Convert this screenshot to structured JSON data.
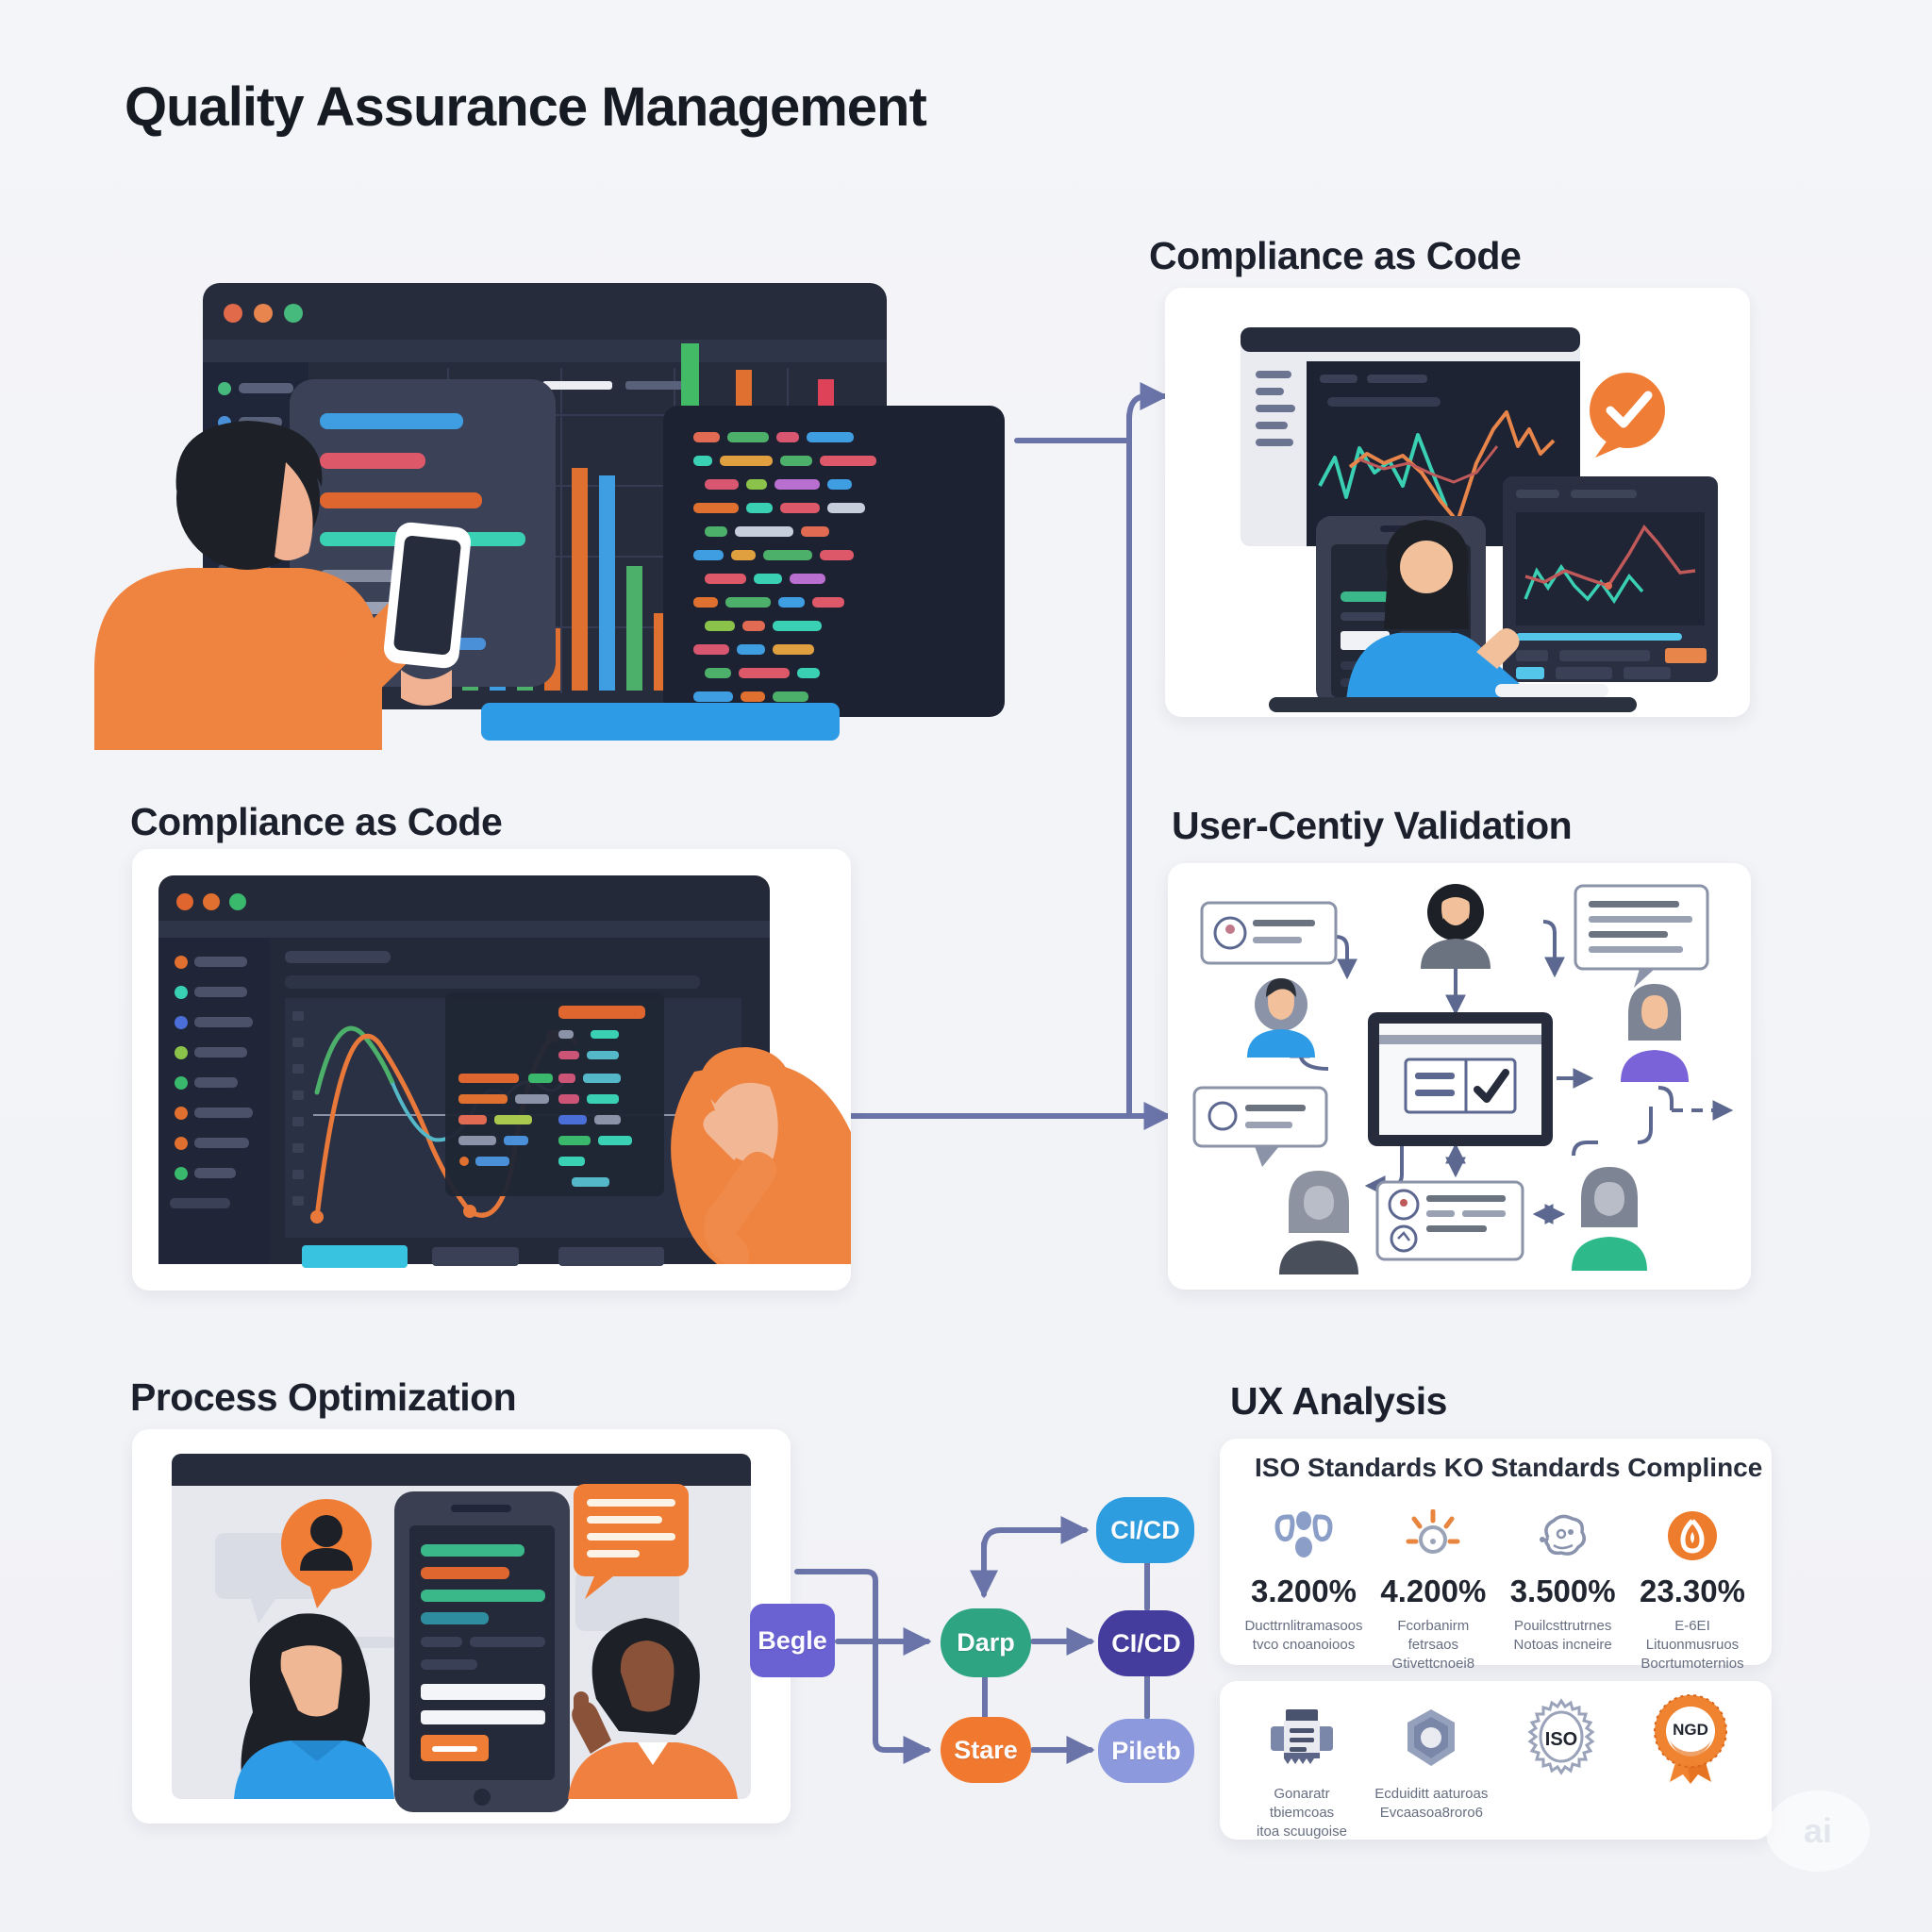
{
  "title": "Quality Assurance Management",
  "sections": {
    "top_right": {
      "heading": "Compliance as Code"
    },
    "mid_left": {
      "heading": "Compliance as Code"
    },
    "mid_right": {
      "heading": "User-Centiy Validation"
    },
    "bottom_left": {
      "heading": "Process Optimization"
    },
    "ux": {
      "heading": "UX Analysis"
    }
  },
  "flowchart": {
    "nodes": [
      {
        "id": "begle",
        "label": "Begle",
        "color": "#6A61D2"
      },
      {
        "id": "darp",
        "label": "Darp",
        "color": "#2EA483"
      },
      {
        "id": "stare",
        "label": "Stare",
        "color": "#F0782F"
      },
      {
        "id": "cicd_top",
        "label": "CI/CD",
        "color": "#2D9DE0"
      },
      {
        "id": "cicd_mid",
        "label": "CI/CD",
        "color": "#453D9E"
      },
      {
        "id": "piletb",
        "label": "Piletb",
        "color": "#8D99DD"
      }
    ]
  },
  "ux_stats": {
    "card_title": "ISO Standards KO Standards Complince",
    "stats": [
      {
        "icon": "shapes-icon",
        "value": "3.200%",
        "line1": "Ducttrnlitramasoos",
        "line2": "tvco cnoanoioos"
      },
      {
        "icon": "sun-rays-icon",
        "value": "4.200%",
        "line1": "Fcorbanirm fetrsaos",
        "line2": "Gtivettcnoei8"
      },
      {
        "icon": "sketch-gear-icon",
        "value": "3.500%",
        "line1": "Pouilcsttrutrnes",
        "line2": "Notoas incneire"
      },
      {
        "icon": "shield-badge-icon",
        "value": "23.30%",
        "line1": "E-6EI Lituonmusruos",
        "line2": "Bocrtumoternios"
      }
    ],
    "badges": [
      {
        "icon": "printer-icon",
        "line1": "Gonaratr tbiemcoas",
        "line2": "itoa scuugoise"
      },
      {
        "icon": "nut-icon",
        "line1": "Ecduiditt aaturoas",
        "line2": "Evcaasoa8roro6"
      },
      {
        "icon": "iso-seal-icon",
        "label": "ISO"
      },
      {
        "icon": "ribbon-badge-icon",
        "label": "NGD"
      }
    ]
  },
  "watermark": "ai"
}
